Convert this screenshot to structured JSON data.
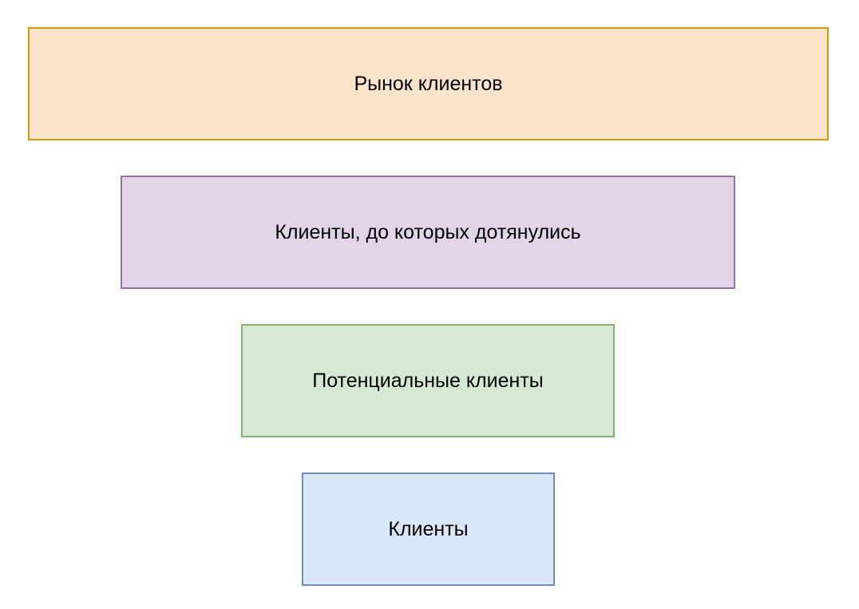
{
  "funnel": {
    "levels": [
      {
        "label": "Рынок клиентов",
        "fill": "#fce4cc",
        "stroke": "#d79b00"
      },
      {
        "label": "Клиенты, до которых дотянулись",
        "fill": "#e1d5e7",
        "stroke": "#9673a6"
      },
      {
        "label": "Потенциальные клиенты",
        "fill": "#d5e8d4",
        "stroke": "#82b366"
      },
      {
        "label": "Клиенты",
        "fill": "#dae8fc",
        "stroke": "#6c8ebf"
      }
    ]
  }
}
